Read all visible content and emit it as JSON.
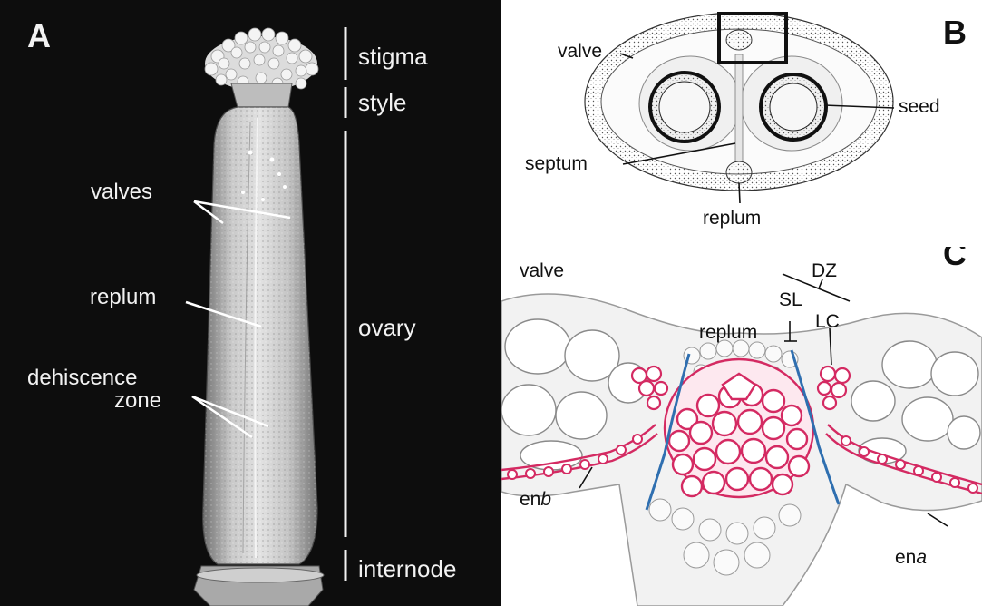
{
  "panel_a": {
    "letter": "A",
    "labels": {
      "valves": "valves",
      "replum": "replum",
      "dehiscence": "dehiscence",
      "zone": "zone"
    },
    "regions": {
      "stigma": "stigma",
      "style": "style",
      "ovary": "ovary",
      "internode": "internode"
    }
  },
  "panel_b": {
    "letter": "B",
    "labels": {
      "valve": "valve",
      "seed": "seed",
      "septum": "septum",
      "replum": "replum"
    }
  },
  "panel_c": {
    "letter": "C",
    "labels": {
      "valve": "valve",
      "dz": "DZ",
      "sl": "SL",
      "lc": "LC",
      "replum": "replum",
      "enb_main": "en",
      "enb_sub": "b",
      "ena_main": "en",
      "ena_sub": "a"
    }
  },
  "colors": {
    "lignified": "#d42a62",
    "separation_layer": "#2f6fb0"
  }
}
